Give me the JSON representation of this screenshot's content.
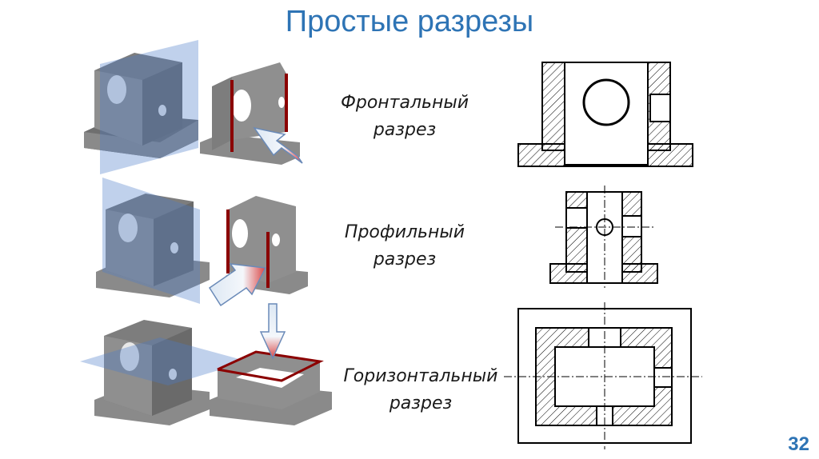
{
  "slide": {
    "title": "Простые разрезы",
    "page_number": "32"
  },
  "sections": [
    {
      "line1": "Фронтальный",
      "line2": "разрез"
    },
    {
      "line1": "Профильный",
      "line2": "разрез"
    },
    {
      "line1": "Горизонтальный",
      "line2": "разрез"
    }
  ]
}
